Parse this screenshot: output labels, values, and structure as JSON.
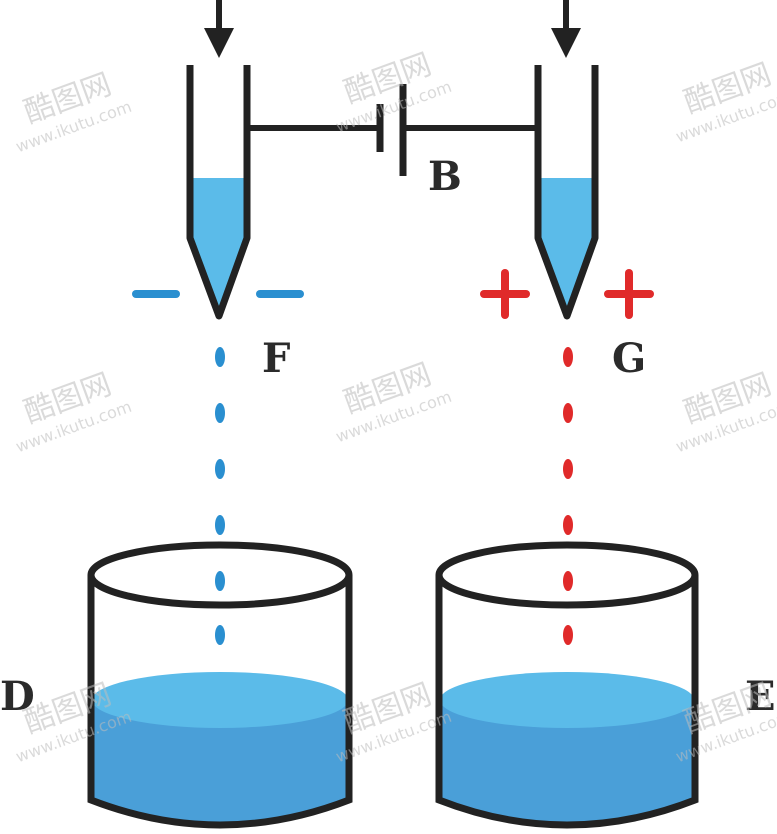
{
  "labels": {
    "battery": "B",
    "left_tip": "F",
    "right_tip": "G",
    "left_beaker": "D",
    "right_beaker": "E"
  },
  "charges": {
    "left": "negative",
    "right": "positive"
  },
  "watermark": {
    "logo": "酷图网",
    "url": "www.ikutu.com"
  },
  "colors": {
    "liquid_light": "#5bbbe9",
    "liquid_dark": "#4a9fd8",
    "negative": "#2a8fd0",
    "positive": "#e02a2a",
    "outline": "#222222"
  }
}
